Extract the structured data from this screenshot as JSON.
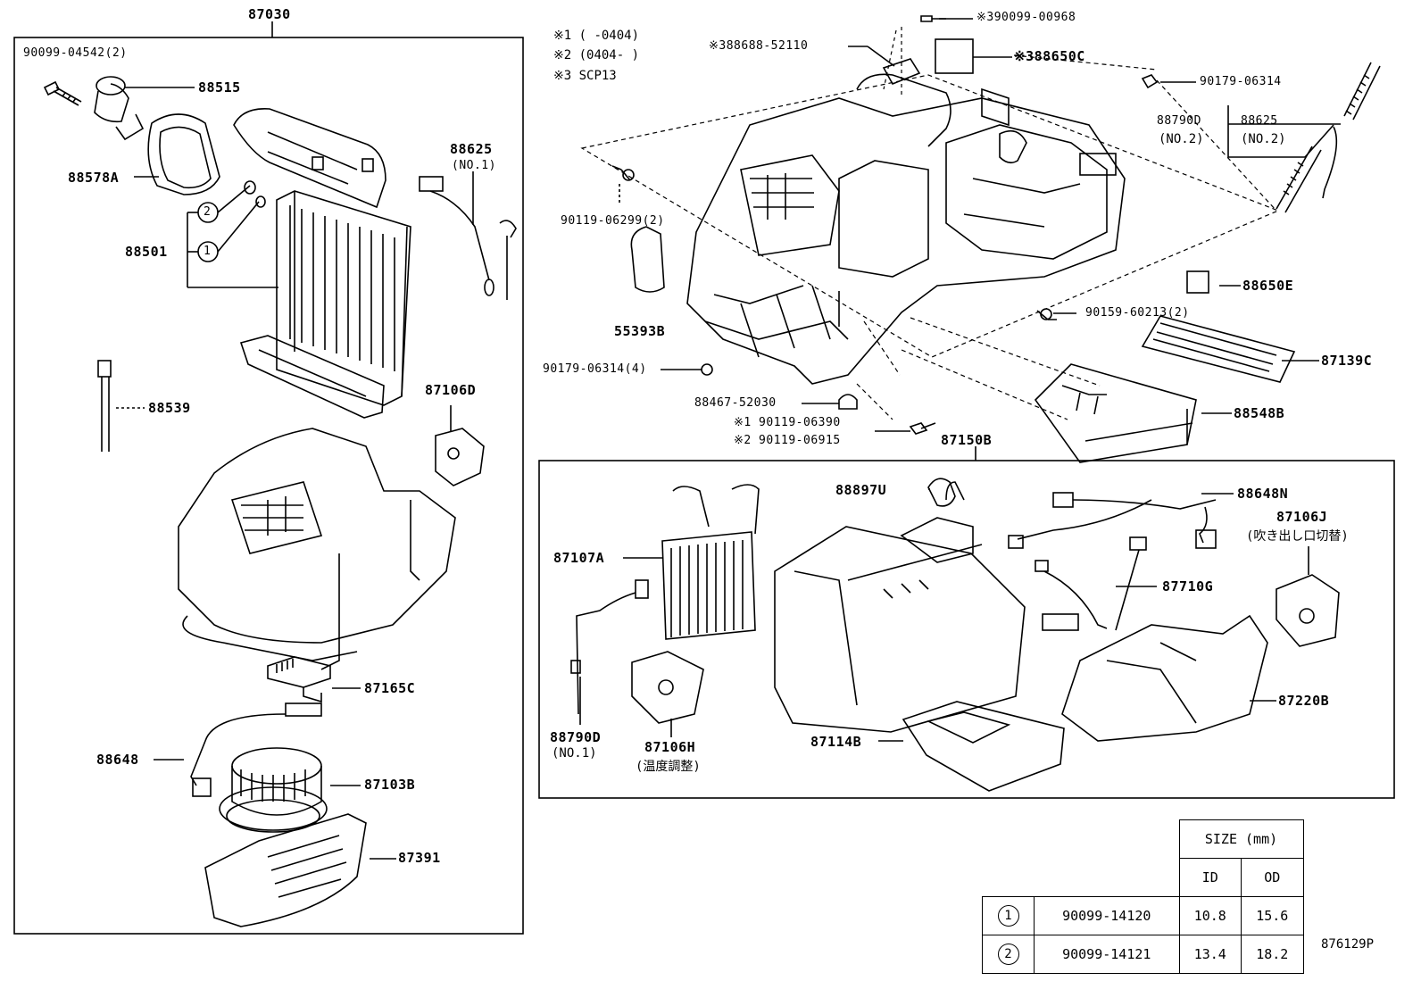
{
  "group_left": "87030",
  "group_right": "87150B",
  "diagram_id": "876129P",
  "notes": [
    "※1 (   -0404)",
    "※2 (0404-   )",
    "※3 SCP13"
  ],
  "labels": {
    "l_90099_04542": "90099-04542(2)",
    "l_88515": "88515",
    "l_88578A": "88578A",
    "l_88501": "88501",
    "l_88625_no1_num": "88625",
    "l_88625_no1_sub": "(NO.1)",
    "l_88539": "88539",
    "l_87106D": "87106D",
    "l_87165C": "87165C",
    "l_88648": "88648",
    "l_87103B": "87103B",
    "l_87391": "87391",
    "l_90099_00968": "※390099-00968",
    "l_88688_52110": "※388688-52110",
    "l_88650C": "※388650C",
    "l_90179_06314": "90179-06314",
    "l_88790D_no2_num": "88790D",
    "l_88790D_no2_sub": "(NO.2)",
    "l_88625_no2_num": "88625",
    "l_88625_no2_sub": "(NO.2)",
    "l_90119_06299": "90119-06299(2)",
    "l_55393B": "55393B",
    "l_88650E": "88650E",
    "l_90159_60213": "90159-60213(2)",
    "l_90179_06314_4": "90179-06314(4)",
    "l_87139C": "87139C",
    "l_88467_52030": "88467-52030",
    "l_90119_06390": "※1 90119-06390",
    "l_90119_06915": "※2 90119-06915",
    "l_88548B": "88548B",
    "l_88897U": "88897U",
    "l_88648N": "88648N",
    "l_87106J_num": "87106J",
    "l_87106J_sub": "(吹き出し口切替)",
    "l_87107A": "87107A",
    "l_87710G": "87710G",
    "l_88790D_no1_num": "88790D",
    "l_88790D_no1_sub": "(NO.1)",
    "l_87106H_num": "87106H",
    "l_87106H_sub": "(温度調整)",
    "l_87114B": "87114B",
    "l_87220B": "87220B"
  },
  "size_table": {
    "header": "SIZE (mm)",
    "col_id": "ID",
    "col_od": "OD",
    "rows": [
      {
        "mark": "1",
        "part": "90099-14120",
        "id": "10.8",
        "od": "15.6"
      },
      {
        "mark": "2",
        "part": "90099-14121",
        "id": "13.4",
        "od": "18.2"
      }
    ]
  },
  "circle_marks": [
    "2",
    "1"
  ]
}
